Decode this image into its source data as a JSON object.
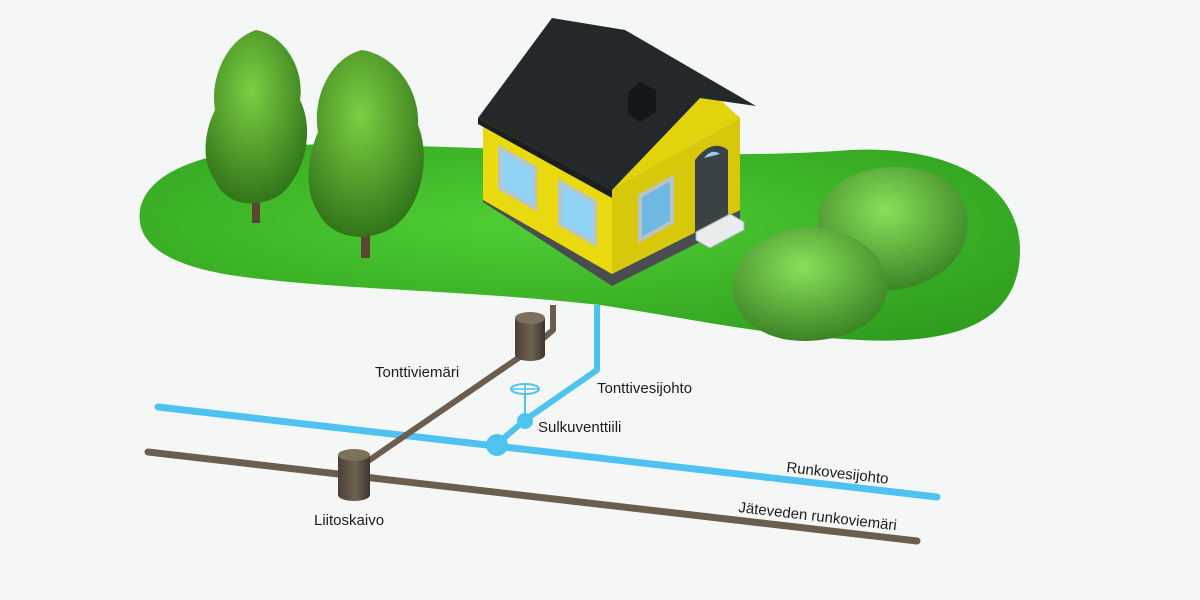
{
  "labels": {
    "tonttiviemari": "Tonttiviemäri",
    "tonttivesijohto": "Tonttivesijohto",
    "sulkuventtiili": "Sulkuventtiili",
    "runkovesijohto": "Runkovesijohto",
    "jatevesi": "Jäteveden runkoviemäri",
    "liitoskaivo": "Liitoskaivo"
  },
  "colors": {
    "background": "#f5f7f7",
    "lawn": "#3fb82a",
    "water_pipe": "#4fc3f0",
    "sewer_pipe": "#6b5e4e",
    "house_wall": "#e9d90f",
    "roof": "#23282b",
    "window": "#8fd3f5",
    "tree": "#3f8f22",
    "bush": "#54a83a"
  }
}
